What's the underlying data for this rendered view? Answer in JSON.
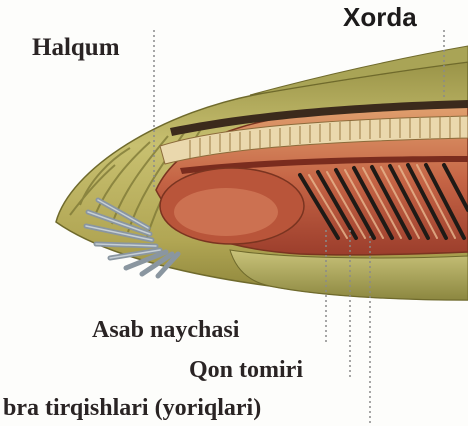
{
  "labels": {
    "halqum": "Halqum",
    "xorda": "Xorda",
    "asab_naychasi": "Asab naychasi",
    "qon_tomiri": "Qon tomiri",
    "jabra_tirqishlari": "bra tirqishlari (yoriqlari)"
  },
  "colors": {
    "background": "#fdfdfb",
    "body_skin": "#b7ae5a",
    "inner_flesh": "#c7664a",
    "notochord": "#e7d3a8",
    "label_text": "#2a2424",
    "leader_line": "#8a8a8a"
  }
}
